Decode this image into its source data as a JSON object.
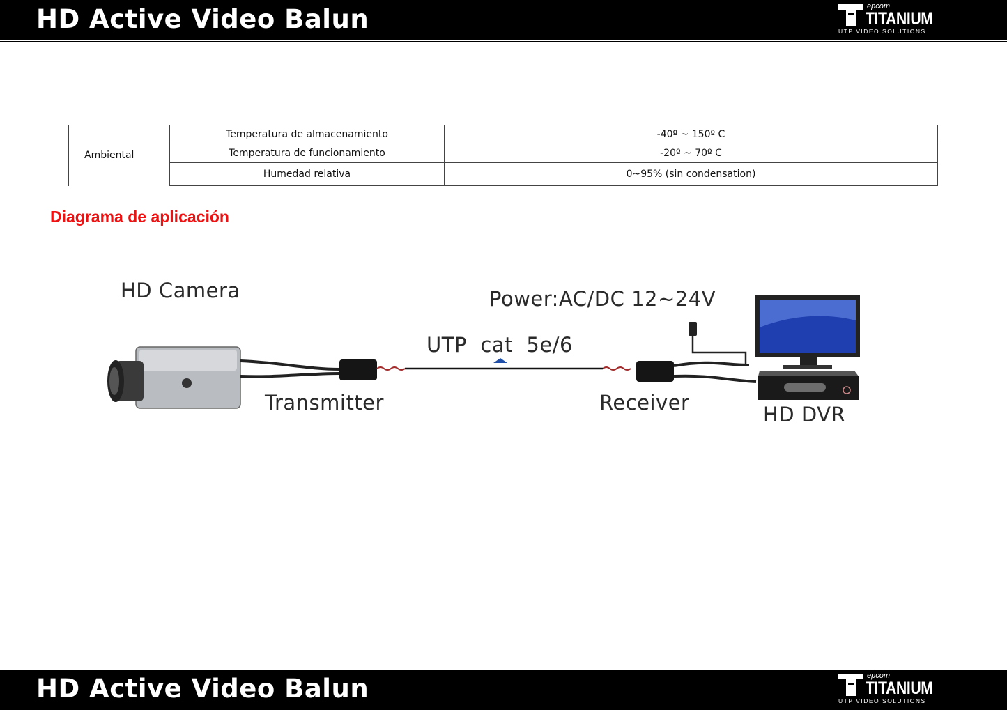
{
  "header": {
    "title": "HD Active Video Balun",
    "logo": {
      "small": "epcom",
      "brand": "TITANIUM",
      "tagline": "UTP VIDEO SOLUTIONS"
    }
  },
  "spec_table": {
    "group": "Ambiental",
    "rows": [
      {
        "label": "Temperatura de almacenamiento",
        "value": "-40º ~ 150º C"
      },
      {
        "label": "Temperatura de funcionamiento",
        "value": "-20º ~ 70º C"
      },
      {
        "label": "Humedad relativa",
        "value": "0~95% (sin condensation)"
      }
    ]
  },
  "section_title": "Diagrama de aplicación",
  "diagram": {
    "camera_label": "HD Camera",
    "power_label": "Power:AC/DC 12~24V",
    "cable_label": "UTP  cat  5e/6",
    "transmitter_label": "Transmitter",
    "receiver_label": "Receiver",
    "dvr_label": "HD DVR"
  },
  "footer": {
    "title": "HD Active Video Balun",
    "logo": {
      "small": "epcom",
      "brand": "TITANIUM",
      "tagline": "UTP VIDEO SOLUTIONS"
    }
  },
  "colors": {
    "section_title": "#ee1111",
    "banner": "#000000",
    "monitor_screen": "#1f3fb0"
  }
}
